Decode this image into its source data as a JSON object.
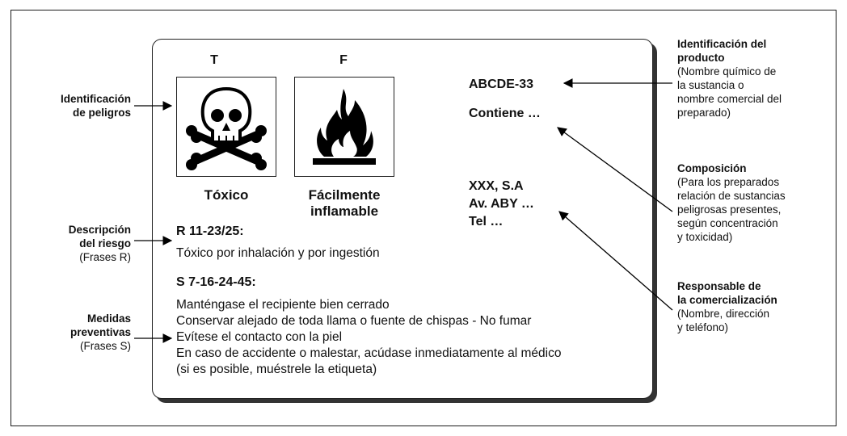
{
  "hazards": {
    "symbols": [
      {
        "letter": "T",
        "caption": "Tóxico",
        "icon": "skull-crossbones-icon"
      },
      {
        "letter": "F",
        "caption": "Fácilmente inflamable",
        "icon": "flame-icon"
      }
    ]
  },
  "label": {
    "product_name": "ABCDE-33",
    "contains": "Contiene …",
    "company": [
      "XXX, S.A",
      "Av. ABY …",
      "Tel …"
    ],
    "r_code": "R 11-23/25:",
    "r_phrase": "Tóxico por inhalación y por ingestión",
    "s_code": "S 7-16-24-45:",
    "s_phrases": [
      "Manténgase el recipiente bien cerrado",
      "Conservar alejado de toda llama o fuente de chispas  -  No fumar",
      "Evítese el contacto con la piel",
      "En caso de accidente o malestar, acúdase inmediatamente al médico",
      "(si es posible, muéstrele la etiqueta)"
    ]
  },
  "annotations_left": {
    "hazard_id": {
      "title_lines": [
        "Identificación",
        "de peligros"
      ]
    },
    "risk": {
      "title_lines": [
        "Descripción",
        "del riesgo"
      ],
      "note": "(Frases R)"
    },
    "measures": {
      "title_lines": [
        "Medidas",
        "preventivas"
      ],
      "note": "(Frases S)"
    }
  },
  "annotations_right": {
    "product_id": {
      "title_lines": [
        "Identificación del",
        "producto"
      ],
      "desc_lines": [
        "(Nombre químico de",
        "la sustancia o",
        "nombre comercial del",
        "preparado)"
      ]
    },
    "composition": {
      "title_lines": [
        "Composición"
      ],
      "desc_lines": [
        "(Para los preparados",
        "relación de sustancias",
        "peligrosas presentes,",
        "según concentración",
        "y toxicidad)"
      ]
    },
    "responsible": {
      "title_lines": [
        "Responsable de",
        "la comercialización"
      ],
      "desc_lines": [
        "(Nombre, dirección",
        "y teléfono)"
      ]
    }
  }
}
